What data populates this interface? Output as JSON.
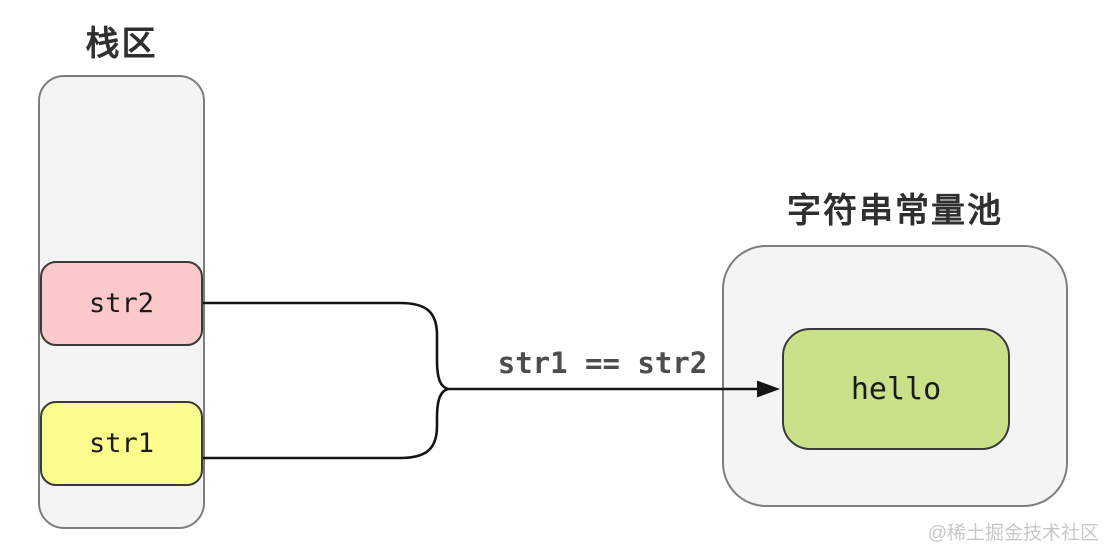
{
  "diagram": {
    "stack": {
      "title": "栈区",
      "frames": [
        {
          "label": "str2",
          "fill": "#fbc9c9"
        },
        {
          "label": "str1",
          "fill": "#fbfb8e"
        }
      ]
    },
    "pool": {
      "title": "字符串常量池",
      "entries": [
        {
          "label": "hello",
          "fill": "#c9e189"
        }
      ]
    },
    "arrow": {
      "label": "str1 == str2",
      "color": "#141414"
    },
    "colors": {
      "container_fill": "#f4f4f4",
      "container_border": "#7d7d7d",
      "cell_border": "#3a3a3a",
      "title_text": "#2f2f2f",
      "label_text": "#4d4d4d",
      "watermark_text": "#c8c8c8"
    },
    "watermark": "@稀土掘金技术社区"
  }
}
